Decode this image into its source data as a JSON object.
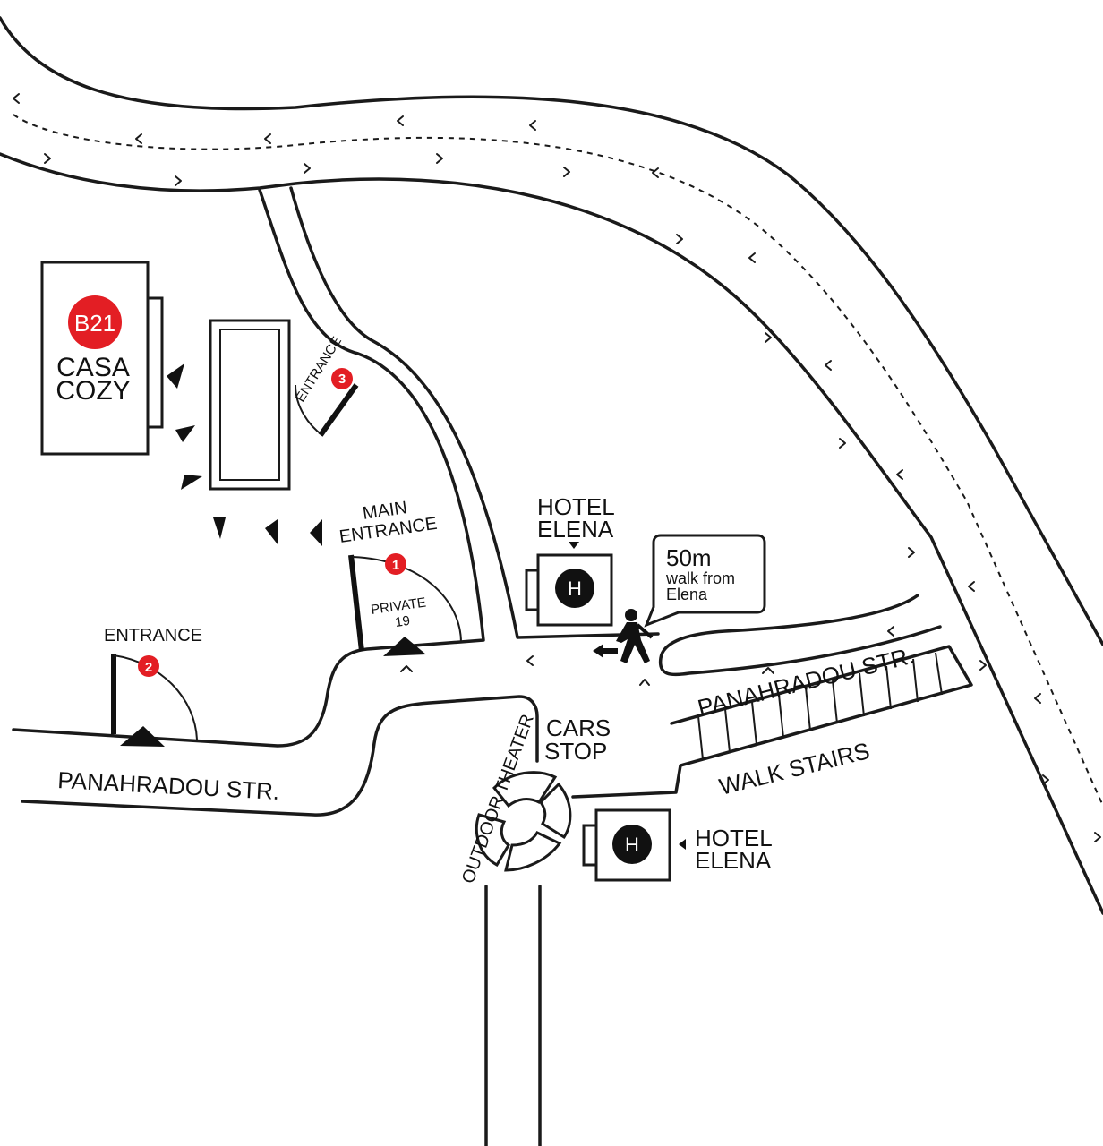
{
  "map": {
    "colors": {
      "ink": "#1a1a1a",
      "marker_red": "#e31e24",
      "background": "#ffffff"
    },
    "places": {
      "casa_cozy": {
        "badge": "B21",
        "line1": "CASA",
        "line2": "COZY"
      },
      "hotel_elena_top": {
        "line1": "HOTEL",
        "line2": "ELENA",
        "icon_letter": "H"
      },
      "hotel_elena_bottom": {
        "line1": "HOTEL",
        "line2": "ELENA",
        "icon_letter": "H"
      },
      "outdoor_theater": {
        "label": "OUTDOOR THEATER"
      },
      "cars_stop": {
        "line1": "CARS",
        "line2": "STOP"
      },
      "walk_stairs": {
        "label": "WALK STAIRS"
      }
    },
    "entrances": {
      "main": {
        "number": "1",
        "line1": "MAIN",
        "line2": "ENTRANCE",
        "sub1": "PRIVATE",
        "sub2": "19"
      },
      "second": {
        "number": "2",
        "label": "ENTRANCE"
      },
      "third": {
        "number": "3",
        "label": "ENTRANCE"
      }
    },
    "streets": {
      "west": "PANAHRADOU STR.",
      "east": "PANAHRADOU STR."
    },
    "callout": {
      "distance": "50m",
      "line1": "walk from",
      "line2": "Elena"
    },
    "icons": [
      "walking-person-icon",
      "direction-arrow-icon",
      "hotel-icon",
      "location-pin-icon"
    ]
  }
}
